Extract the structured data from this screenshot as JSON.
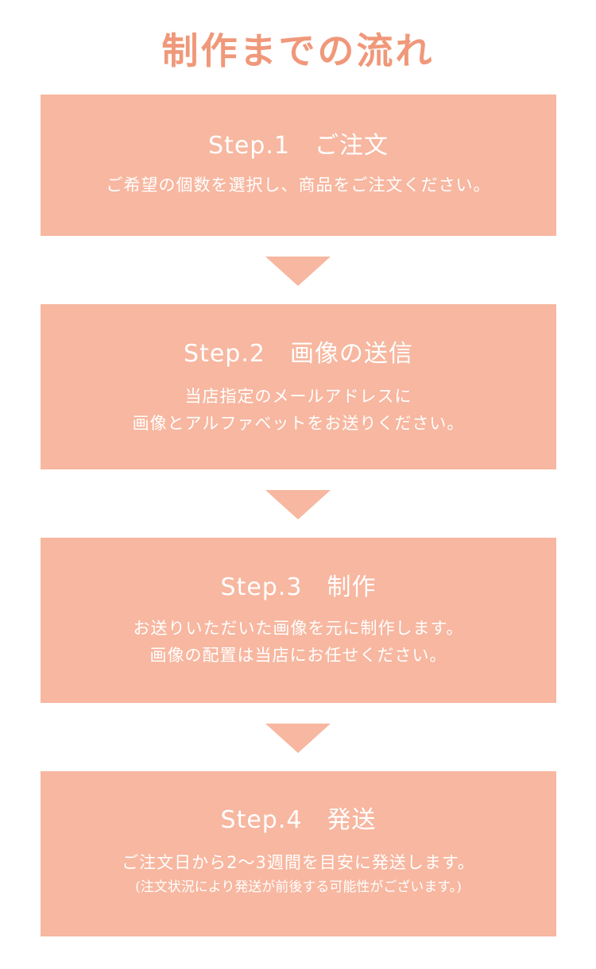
{
  "title": "制作までの流れ",
  "colors": {
    "title": "#f0987a",
    "box": "#f7b7a0",
    "text": "#ffffff"
  },
  "steps": [
    {
      "heading": "Step.1　ご注文",
      "lines": [
        "ご希望の個数を選択し、商品をご注文ください。"
      ]
    },
    {
      "heading": "Step.2　画像の送信",
      "lines": [
        "当店指定のメールアドレスに",
        "画像とアルファベットをお送りください。"
      ]
    },
    {
      "heading": "Step.3　制作",
      "lines": [
        "お送りいただいた画像を元に制作します。",
        "画像の配置は当店にお任せください。"
      ]
    },
    {
      "heading": "Step.4　発送",
      "lines": [
        "ご注文日から2〜3週間を目安に発送します。"
      ],
      "note": "(注文状況により発送が前後する可能性がございます。)"
    }
  ]
}
